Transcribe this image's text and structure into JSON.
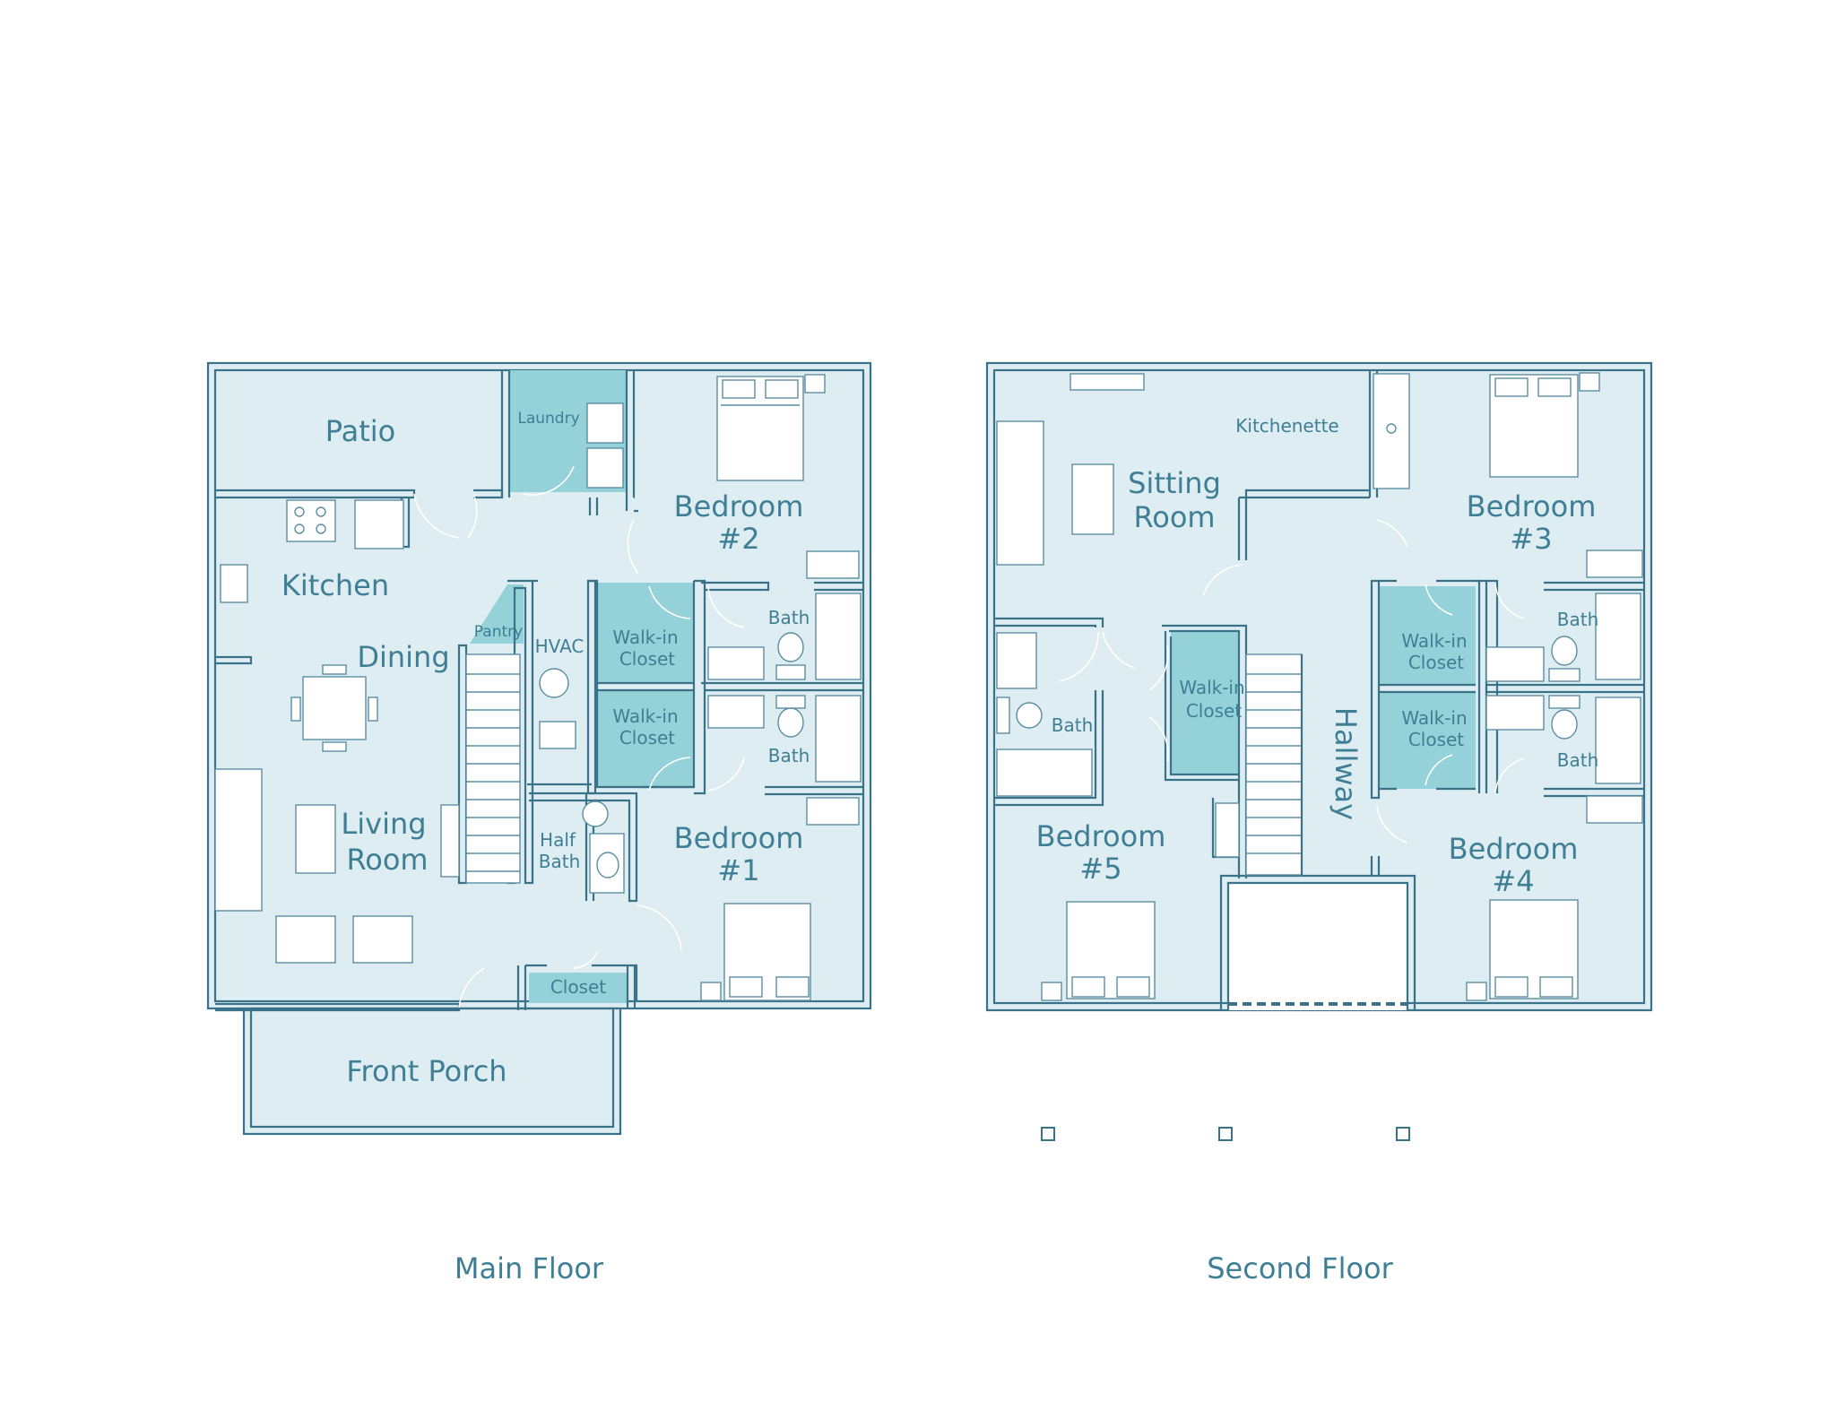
{
  "colors": {
    "fill": "#deedf2",
    "accent": "#94d1d9",
    "wall": "#3a7289",
    "text": "#3f7f95"
  },
  "main_floor": {
    "caption": "Main Floor",
    "rooms": {
      "patio": "Patio",
      "laundry": "Laundry",
      "bedroom2_l1": "Bedroom",
      "bedroom2_l2": "#2",
      "kitchen": "Kitchen",
      "dining": "Dining",
      "pantry": "Pantry",
      "hvac": "HVAC",
      "wic1_l1": "Walk-in",
      "wic1_l2": "Closet",
      "wic2_l1": "Walk-in",
      "wic2_l2": "Closet",
      "bath_upper": "Bath",
      "bath_lower": "Bath",
      "living_l1": "Living",
      "living_l2": "Room",
      "halfbath_l1": "Half",
      "halfbath_l2": "Bath",
      "bedroom1_l1": "Bedroom",
      "bedroom1_l2": "#1",
      "closet": "Closet",
      "front_porch": "Front Porch"
    }
  },
  "second_floor": {
    "caption": "Second Floor",
    "rooms": {
      "sitting_l1": "Sitting",
      "sitting_l2": "Room",
      "kitchenette": "Kitchenette",
      "bedroom3_l1": "Bedroom",
      "bedroom3_l2": "#3",
      "wic_hall_l1": "Walk-in",
      "wic_hall_l2": "Closet",
      "hallway": "Hallway",
      "wic3_l1": "Walk-in",
      "wic3_l2": "Closet",
      "wic4_l1": "Walk-in",
      "wic4_l2": "Closet",
      "bath3": "Bath",
      "bath4": "Bath",
      "bath5": "Bath",
      "bedroom5_l1": "Bedroom",
      "bedroom5_l2": "#5",
      "bedroom4_l1": "Bedroom",
      "bedroom4_l2": "#4"
    }
  }
}
